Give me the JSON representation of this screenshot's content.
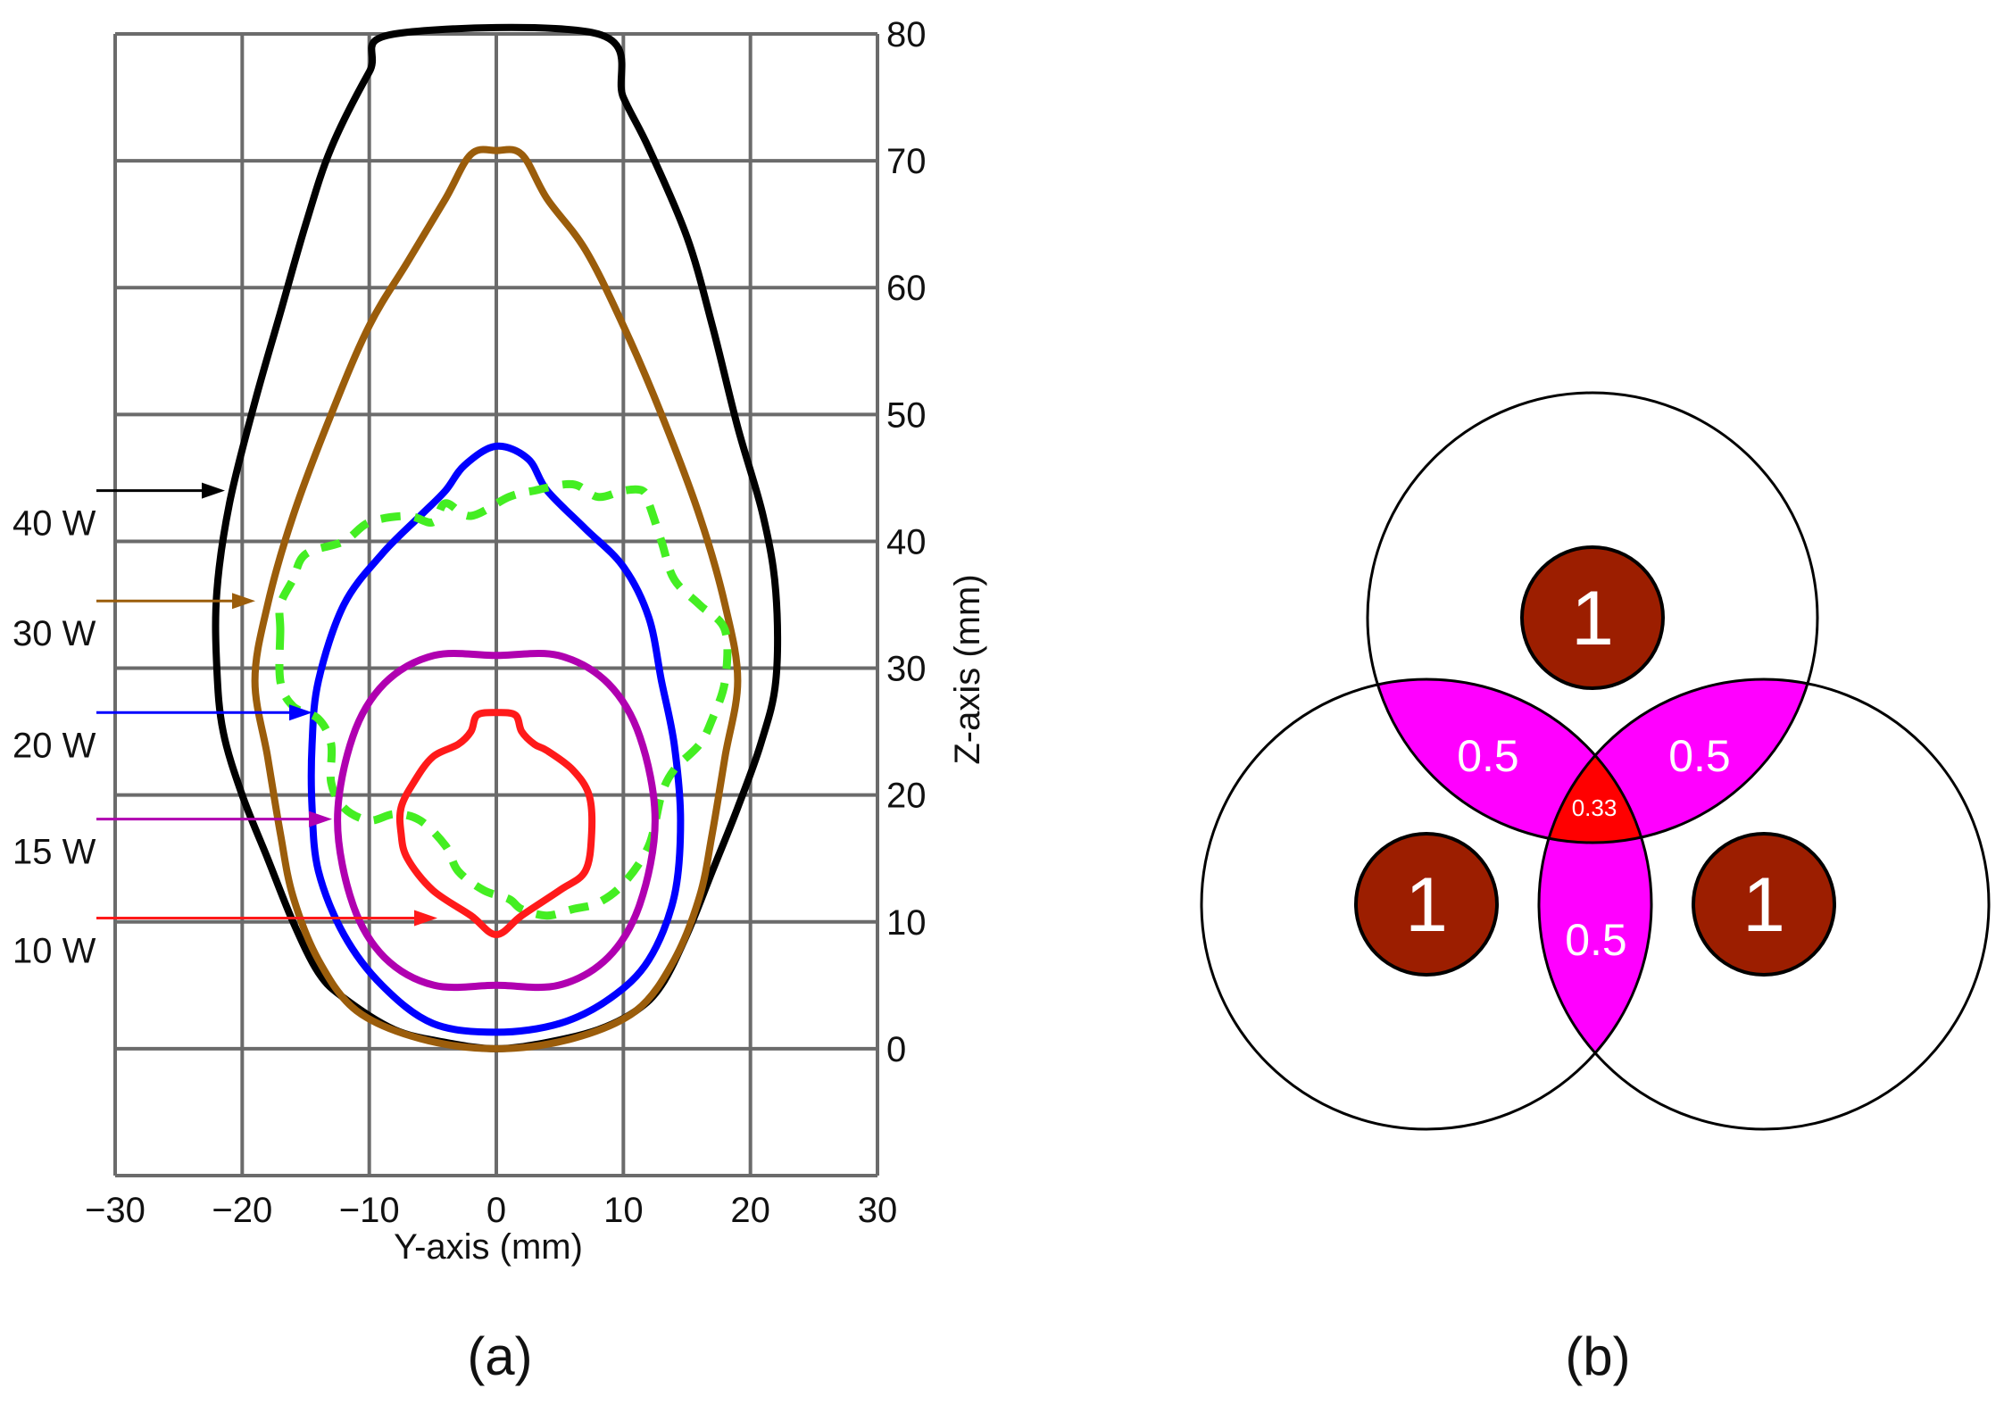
{
  "panel_a": {
    "label": "(a)",
    "chart_data": {
      "type": "line",
      "xlabel": "Y-axis (mm)",
      "ylabel": "Z-axis (mm)",
      "xlim": [
        -30,
        30
      ],
      "ylim": [
        -10,
        80
      ],
      "x_ticks": [
        "−30",
        "−20",
        "−10",
        "0",
        "10",
        "20",
        "30"
      ],
      "y_ticks": [
        "80",
        "70",
        "60",
        "50",
        "40",
        "30",
        "20",
        "10",
        "0"
      ],
      "grid": true,
      "y_axis_side": "right",
      "power_labels": [
        {
          "label": "40 W",
          "color": "#000000",
          "arrow_y": 44
        },
        {
          "label": "30 W",
          "color": "#9b5d0b",
          "arrow_y": 35.3
        },
        {
          "label": "20 W",
          "color": "#0000ff",
          "arrow_y": 26.5
        },
        {
          "label": "15 W",
          "color": "#b000b0",
          "arrow_y": 18.1
        },
        {
          "label": "10 W",
          "color": "#ff1a1a",
          "arrow_y": 10.3
        }
      ],
      "series": [
        {
          "color": "#000000",
          "style": "solid",
          "points": [
            [
              -8,
              80
            ],
            [
              -10,
              77
            ],
            [
              -13,
              71
            ],
            [
              -15,
              65
            ],
            [
              -17,
              58
            ],
            [
              -19,
              51
            ],
            [
              -21,
              43
            ],
            [
              -22,
              36
            ],
            [
              -22,
              30
            ],
            [
              -21.5,
              25
            ],
            [
              -20,
              20
            ],
            [
              -18,
              15
            ],
            [
              -16,
              10
            ],
            [
              -14,
              6
            ],
            [
              -12,
              4
            ],
            [
              -8,
              1.5
            ],
            [
              -4,
              0.5
            ],
            [
              0,
              0
            ],
            [
              4,
              0.5
            ],
            [
              8,
              1.5
            ],
            [
              11,
              3
            ],
            [
              13,
              5
            ],
            [
              15,
              9
            ],
            [
              17,
              14
            ],
            [
              19,
              19
            ],
            [
              20.8,
              24
            ],
            [
              22,
              29
            ],
            [
              22,
              36
            ],
            [
              21,
              42
            ],
            [
              19,
              49
            ],
            [
              17,
              57
            ],
            [
              15,
              64
            ],
            [
              12,
              71
            ],
            [
              10,
              75
            ],
            [
              8,
              80
            ],
            [
              -8,
              80
            ]
          ]
        },
        {
          "color": "#9b5d0b",
          "style": "solid",
          "points": [
            [
              -2,
              70.5
            ],
            [
              -4,
              67
            ],
            [
              -7,
              62
            ],
            [
              -10,
              57
            ],
            [
              -13,
              50
            ],
            [
              -16,
              42
            ],
            [
              -18,
              35
            ],
            [
              -19,
              29
            ],
            [
              -18,
              23
            ],
            [
              -17,
              17
            ],
            [
              -16,
              12
            ],
            [
              -14,
              7
            ],
            [
              -11,
              3
            ],
            [
              -6,
              0.8
            ],
            [
              0,
              0
            ],
            [
              6,
              0.8
            ],
            [
              11,
              3
            ],
            [
              14,
              7
            ],
            [
              16,
              12
            ],
            [
              17,
              17
            ],
            [
              18,
              23
            ],
            [
              19,
              29
            ],
            [
              18,
              35
            ],
            [
              16,
              42
            ],
            [
              13,
              50
            ],
            [
              10,
              57
            ],
            [
              7,
              63
            ],
            [
              4,
              67
            ],
            [
              2,
              70.5
            ],
            [
              0,
              70.8
            ],
            [
              -2,
              70.5
            ]
          ]
        },
        {
          "color": "#0000ff",
          "style": "solid",
          "points": [
            [
              -2.5,
              46
            ],
            [
              -4,
              44
            ],
            [
              -6,
              42
            ],
            [
              -9,
              39
            ],
            [
              -12,
              35
            ],
            [
              -14,
              29
            ],
            [
              -14.5,
              24
            ],
            [
              -14.5,
              19
            ],
            [
              -14,
              14
            ],
            [
              -12,
              9
            ],
            [
              -9,
              5
            ],
            [
              -5,
              2
            ],
            [
              0,
              1.3
            ],
            [
              5,
              2
            ],
            [
              9,
              4
            ],
            [
              12,
              7
            ],
            [
              14,
              12
            ],
            [
              14.5,
              18
            ],
            [
              14,
              24
            ],
            [
              13,
              29
            ],
            [
              12,
              34
            ],
            [
              10,
              38
            ],
            [
              7,
              41
            ],
            [
              4,
              44
            ],
            [
              2.5,
              46.5
            ],
            [
              0,
              47.5
            ],
            [
              -2.5,
              46
            ]
          ]
        },
        {
          "color": "#44ee22",
          "style": "dashed",
          "points": [
            [
              -17,
              33
            ],
            [
              -17,
              29
            ],
            [
              -16,
              27
            ],
            [
              -14,
              26
            ],
            [
              -13,
              24
            ],
            [
              -13,
              21
            ],
            [
              -12,
              19
            ],
            [
              -10,
              18
            ],
            [
              -8,
              18.5
            ],
            [
              -6,
              18
            ],
            [
              -4,
              16
            ],
            [
              -3,
              14
            ],
            [
              -1,
              12.5
            ],
            [
              1,
              11.8
            ],
            [
              2,
              11
            ],
            [
              4,
              10.5
            ],
            [
              6,
              11
            ],
            [
              8,
              11.5
            ],
            [
              10,
              13
            ],
            [
              12,
              16
            ],
            [
              13,
              20
            ],
            [
              14,
              22
            ],
            [
              16,
              24
            ],
            [
              17,
              26
            ],
            [
              18,
              29
            ],
            [
              18,
              33
            ],
            [
              16,
              35
            ],
            [
              14,
              37
            ],
            [
              13,
              40
            ],
            [
              12,
              43
            ],
            [
              11.5,
              44
            ],
            [
              10,
              44
            ],
            [
              8,
              43.5
            ],
            [
              6,
              44.5
            ],
            [
              3,
              44
            ],
            [
              1,
              43.5
            ],
            [
              -2,
              42
            ],
            [
              -4,
              43
            ],
            [
              -5,
              41.5
            ],
            [
              -7,
              42
            ],
            [
              -10,
              41.5
            ],
            [
              -12,
              40
            ],
            [
              -15,
              39
            ],
            [
              -16,
              37
            ],
            [
              -17,
              35
            ],
            [
              -17,
              33
            ]
          ]
        },
        {
          "color": "#b000b0",
          "style": "solid",
          "points": [
            [
              12.5,
              18
            ],
            [
              11.3,
              11.4
            ],
            [
              8.8,
              7.2
            ],
            [
              4.9,
              5
            ],
            [
              0,
              5
            ],
            [
              -4.9,
              5
            ],
            [
              -8.8,
              7.2
            ],
            [
              -11.3,
              11.4
            ],
            [
              -12.5,
              18
            ],
            [
              -11.3,
              24.6
            ],
            [
              -8.8,
              28.8
            ],
            [
              -4.9,
              31
            ],
            [
              0,
              31
            ],
            [
              4.9,
              31
            ],
            [
              8.8,
              28.8
            ],
            [
              11.3,
              24.6
            ],
            [
              12.5,
              18
            ]
          ]
        },
        {
          "color": "#ff1a1a",
          "style": "solid",
          "points": [
            [
              -1.5,
              26.3
            ],
            [
              -2,
              25
            ],
            [
              -3,
              24
            ],
            [
              -5,
              23
            ],
            [
              -6.5,
              21
            ],
            [
              -7.5,
              19
            ],
            [
              -7.5,
              17
            ],
            [
              -7,
              15
            ],
            [
              -5,
              12.5
            ],
            [
              -2,
              10.5
            ],
            [
              0,
              9
            ],
            [
              2,
              10.5
            ],
            [
              5,
              12.5
            ],
            [
              7,
              14
            ],
            [
              7.5,
              17
            ],
            [
              7.3,
              20
            ],
            [
              6,
              22
            ],
            [
              4,
              23.5
            ],
            [
              3,
              24
            ],
            [
              2,
              25
            ],
            [
              1.5,
              26.3
            ],
            [
              0,
              26.5
            ],
            [
              -1.5,
              26.3
            ]
          ]
        }
      ]
    }
  },
  "panel_b": {
    "label": "(b)",
    "core_value": "1",
    "pair_overlap_value": "0.5",
    "triple_overlap_value": "0.33",
    "colors": {
      "core_fill": "#9c1e00",
      "pair_fill": "#ff00ff",
      "triple_fill": "#ff0000",
      "circle_stroke": "#000000"
    }
  }
}
